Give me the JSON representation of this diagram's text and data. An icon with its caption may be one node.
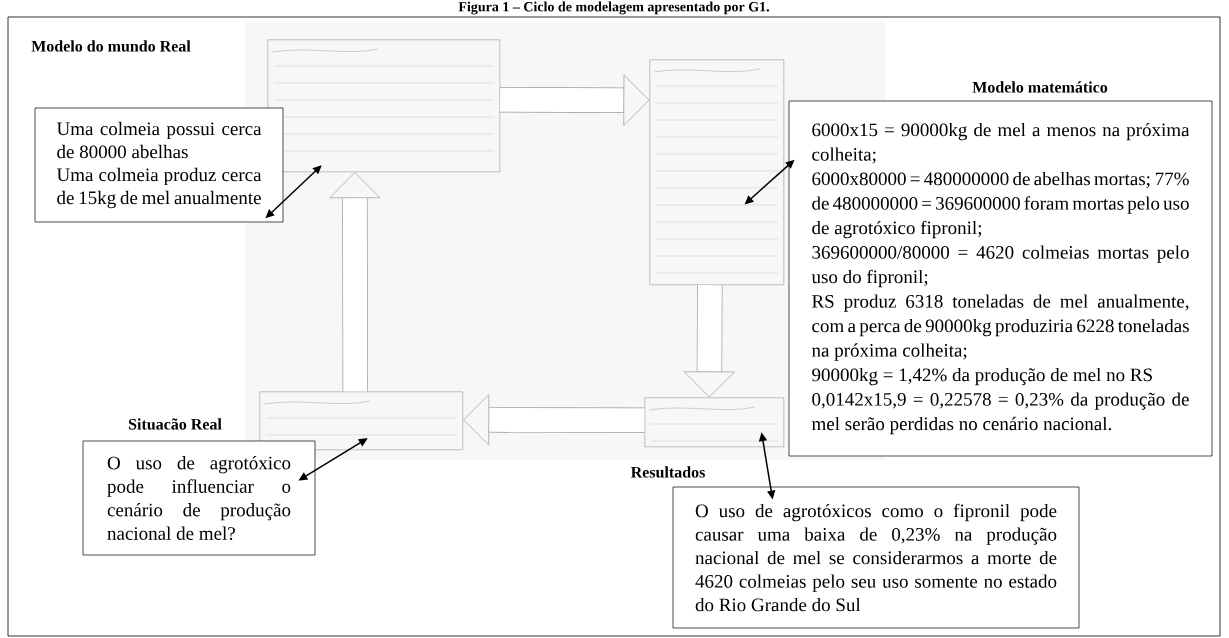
{
  "diagram": {
    "title": "Figura 1 – Ciclo de modelagem apresentado por G1.",
    "nodes": [
      {
        "text": [],
        "shape": "picture"
      },
      {
        "text": [],
        "shape": "picture",
        "in": 0
      },
      {
        "text": [],
        "shape": "picture",
        "in": 0
      },
      {
        "text": [],
        "shape": "picture",
        "in": 0
      },
      {
        "text": [],
        "shape": "picture",
        "in": 0
      },
      {
        "text": [
          "Modelo do mundo Real",
          "Uma colmeia possui cerca de 80000 abelhas",
          "Uma colmeia produz cerca de 15kg de mel anualmente"
        ]
      },
      {
        "text": [
          "Modelo matemático",
          "6000x15 = 90000kg de mel a menos na próxima colheita;",
          "6000x80000 = 480000000 de abelhas mortas; 77% de 480000000 = 369600000 foram mortas pelo uso de agrotóxico fipronil;",
          "369600000/80000 = 4620 colmeias mortas pelo uso do fipronil;",
          "RS produz 6318 toneladas de mel anualmente, com a perca de 90000kg produziria 6228 toneladas na próxima colheita;",
          "90000kg = 1,42% da produção de mel no RS",
          "0,0142x15,9 = 0,22578 = 0,23% da produção de mel serão perdidas no cenário nacional."
        ]
      },
      {
        "text": [
          "Situacão Real",
          "O uso de agrotóxico pode influenciar o cenário de produção nacional de mel?"
        ]
      },
      {
        "text": [
          "Resultados",
          "O uso de agrotóxicos como o fipronil pode causar uma baixa de 0,23% na produção nacional de mel se considerarmos a morte de 4620 colmeias pelo seu uso somente no estado do Rio Grande do Sul"
        ]
      }
    ],
    "edges": [
      {
        "from": 1,
        "to": 2,
        "arrow": "to",
        "style": "thick",
        "color": "#9a9a9a"
      },
      {
        "from": 2,
        "to": 4,
        "arrow": "to",
        "style": "thick",
        "color": "#9a9a9a"
      },
      {
        "from": 4,
        "to": 3,
        "arrow": "to",
        "style": "thick",
        "color": "#9a9a9a"
      },
      {
        "from": 3,
        "to": 1,
        "arrow": "to",
        "style": "thick",
        "color": "#9a9a9a"
      },
      {
        "from": 5,
        "to": 1,
        "arrow": "both",
        "color": "#000000"
      },
      {
        "from": 6,
        "to": 2,
        "arrow": "both",
        "color": "#000000"
      },
      {
        "from": 7,
        "to": 3,
        "arrow": "both",
        "color": "#000000"
      },
      {
        "from": 8,
        "to": 4,
        "arrow": "both",
        "color": "#000000"
      }
    ]
  }
}
